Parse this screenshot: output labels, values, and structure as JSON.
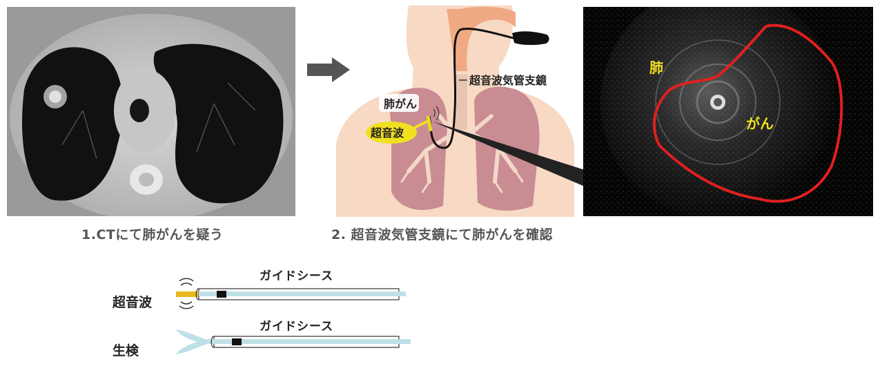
{
  "captions": {
    "step1": "1.CTにて肺がんを疑う",
    "step2": "2. 超音波気管支鏡にて肺がんを確認"
  },
  "diagram_labels": {
    "bronchoscope": "超音波気管支鏡",
    "lung_cancer": "肺がん",
    "ultrasound": "超音波"
  },
  "ultrasound_image_labels": {
    "lung": "肺",
    "cancer": "がん"
  },
  "tools": {
    "ultrasound_label": "超音波",
    "biopsy_label": "生検",
    "guide_sheath_1": "ガイドシース",
    "guide_sheath_2": "ガイドシース"
  },
  "colors": {
    "cancer_outline": "#e02020",
    "label_yellow": "#f0e020",
    "probe_yellow": "#e8b820",
    "sheath_blue": "#bfe0e6",
    "skin": "#f7d9c4",
    "lung": "#c98c93",
    "arrow": "#555555"
  }
}
